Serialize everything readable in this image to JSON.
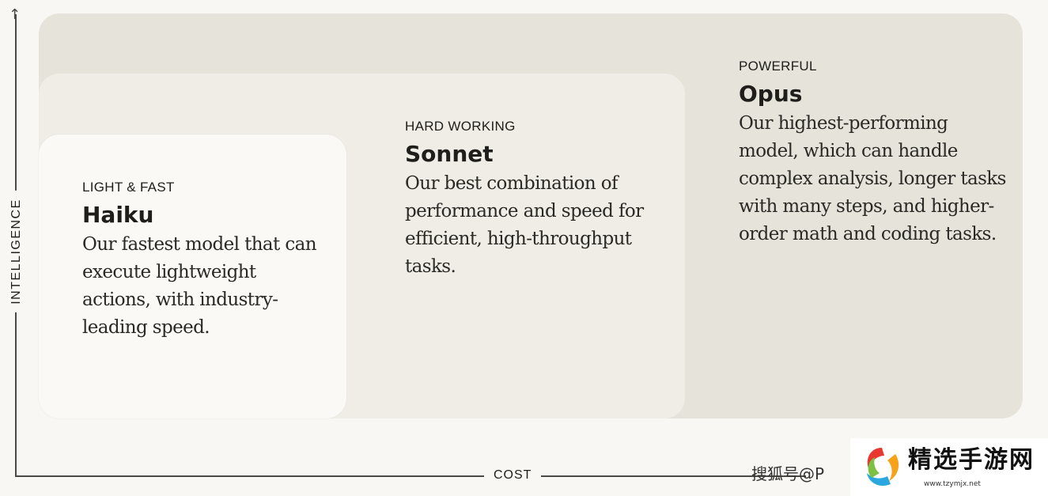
{
  "axes": {
    "y_label": "INTELLIGENCE",
    "x_label": "COST"
  },
  "models": {
    "haiku": {
      "eyebrow": "LIGHT & FAST",
      "name": "Haiku",
      "description": "Our fastest model that can execute lightweight actions, with industry-leading speed."
    },
    "sonnet": {
      "eyebrow": "HARD WORKING",
      "name": "Sonnet",
      "description": "Our best combination of performance and speed for efficient, high-throughput tasks."
    },
    "opus": {
      "eyebrow": "POWERFUL",
      "name": "Opus",
      "description": "Our highest-performing model, which can handle complex analysis, longer tasks with many steps, and higher-order math and coding tasks."
    }
  },
  "colors": {
    "page_background": "#f8f7f3",
    "opus_card": "#e6e3da",
    "sonnet_card": "#efede6",
    "haiku_card": "#faf9f6",
    "text": "#1f1e1b"
  },
  "watermark": {
    "handle": "搜狐号@P",
    "title": "精选手游网",
    "url": "www.tzymjx.net",
    "logo_icon": "swirl-logo-icon"
  }
}
